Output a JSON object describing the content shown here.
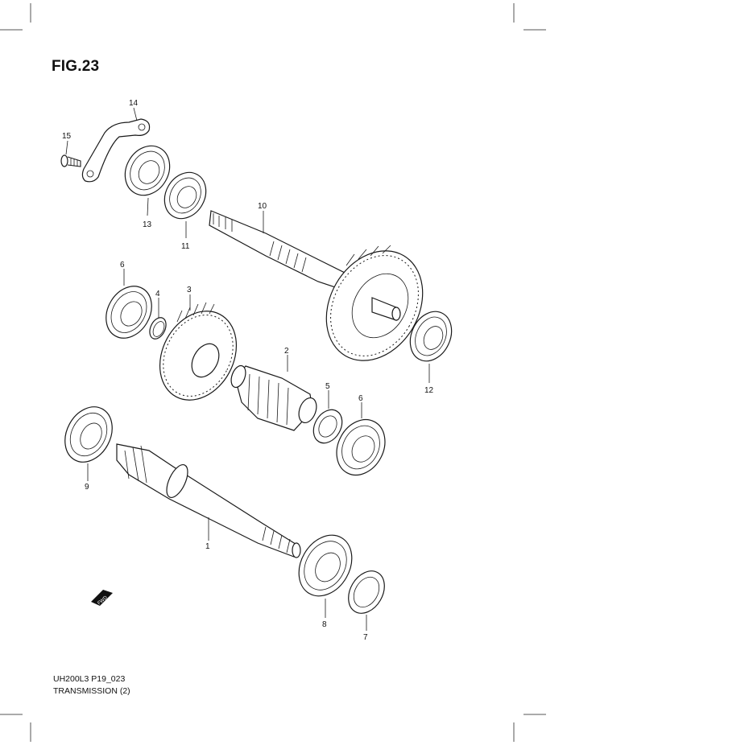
{
  "figure": {
    "title": "FIG.23",
    "code": "UH200L3 P19_023",
    "name": "TRANSMISSION (2)"
  },
  "callouts": [
    "1",
    "2",
    "3",
    "4",
    "5",
    "6",
    "6",
    "7",
    "8",
    "9",
    "10",
    "11",
    "12",
    "13",
    "14",
    "15"
  ],
  "fwd_label": "FWD"
}
